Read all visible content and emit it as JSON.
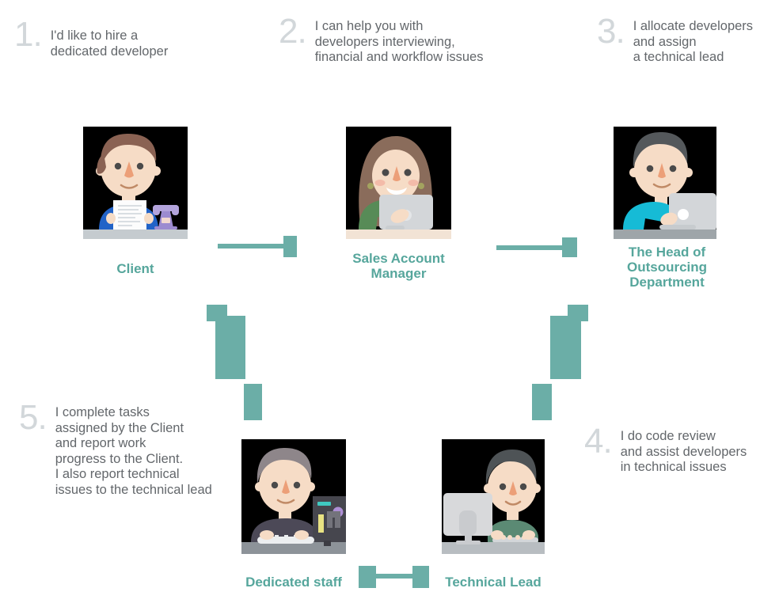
{
  "colors": {
    "accent_teal": "#6BAEA7",
    "label_text_teal": "#56A69C",
    "step_number_gray": "#D2D7DA",
    "step_text_gray": "#63676B",
    "illustration_background": "#000000"
  },
  "steps": [
    {
      "number": "1.",
      "lines": [
        "I'd like to hire a",
        "dedicated developer"
      ]
    },
    {
      "number": "2.",
      "lines": [
        "I can help you with",
        "developers interviewing,",
        "financial and workflow issues"
      ]
    },
    {
      "number": "3.",
      "lines": [
        "I allocate developers",
        "and assign",
        "a technical lead"
      ]
    },
    {
      "number": "4.",
      "lines": [
        "I do code review",
        "and assist developers",
        "in technical issues"
      ]
    },
    {
      "number": "5.",
      "lines": [
        "I complete tasks",
        "assigned by the Client",
        "and report work",
        "progress to the Client.",
        "I also report technical",
        "issues to the technical lead"
      ]
    }
  ],
  "actors": [
    {
      "label": "Client",
      "label_lines": [
        "Client"
      ],
      "illustration": "man-with-document-and-phone"
    },
    {
      "label": "Sales Account Manager",
      "label_lines": [
        "Sales Account",
        "Manager"
      ],
      "illustration": "woman-at-laptop"
    },
    {
      "label": "The Head of Outsourcing Department",
      "label_lines": [
        "The Head of",
        "Outsourcing",
        "Department"
      ],
      "illustration": "man-at-laptop"
    },
    {
      "label": "Dedicated staff",
      "label_lines": [
        "Dedicated staff"
      ],
      "illustration": "man-at-desktop-computer"
    },
    {
      "label": "Technical Lead",
      "label_lines": [
        "Technical Lead"
      ],
      "illustration": "man-behind-monitor"
    }
  ],
  "arrows": [
    {
      "name": "client-to-sales-manager",
      "direction": "right"
    },
    {
      "name": "sales-manager-to-head-of-outsourcing",
      "direction": "right"
    },
    {
      "name": "client-down-to-dedicated-staff",
      "direction": "down"
    },
    {
      "name": "head-of-outsourcing-down-to-technical-lead",
      "direction": "down"
    },
    {
      "name": "dedicated-staff-to-technical-lead",
      "direction": "horizontal"
    }
  ]
}
